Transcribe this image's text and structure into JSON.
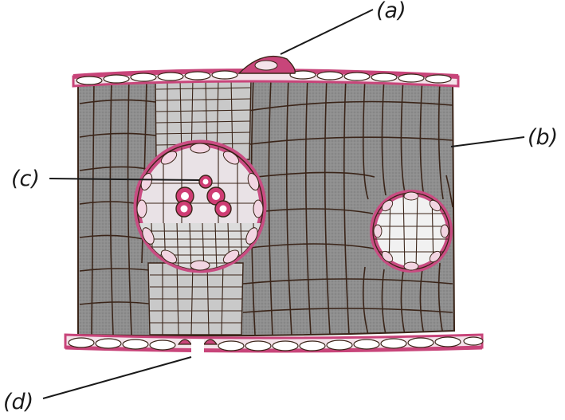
{
  "labels": {
    "a": "(a)",
    "b": "(b)",
    "c": "(c)",
    "d": "(d)"
  },
  "colors": {
    "mesophyll": "#8f8f8f",
    "cell_wall": "#3a2418",
    "epidermis": "#c8457a",
    "epidermis_light": "#f4e3ea",
    "bundle_sheath": "#c94c82",
    "xylem": "#cf3d74",
    "background": "#ffffff"
  }
}
